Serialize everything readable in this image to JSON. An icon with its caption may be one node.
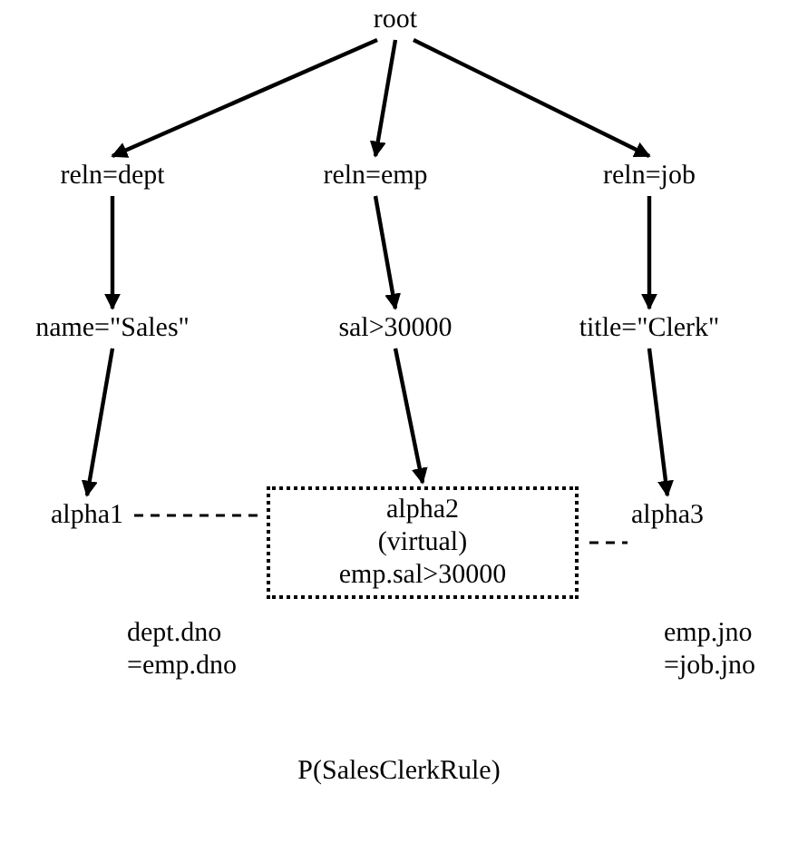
{
  "diagram": {
    "caption": "P(SalesClerkRule)",
    "nodes": [
      {
        "text": [
          "root"
        ]
      },
      {
        "text": [
          "reln=dept"
        ]
      },
      {
        "text": [
          "reln=emp"
        ]
      },
      {
        "text": [
          "reln=job"
        ]
      },
      {
        "text": [
          "name=\"Sales\""
        ]
      },
      {
        "text": [
          "sal>30000"
        ]
      },
      {
        "text": [
          "title=\"Clerk\""
        ]
      },
      {
        "text": [
          "alpha1"
        ]
      },
      {
        "text": [
          "alpha2",
          "(virtual)",
          "emp.sal>30000"
        ]
      },
      {
        "text": [
          "alpha3"
        ]
      }
    ],
    "edges": [
      {
        "from": 0,
        "to": 1,
        "arrow": "to"
      },
      {
        "from": 0,
        "to": 2,
        "arrow": "to"
      },
      {
        "from": 0,
        "to": 3,
        "arrow": "to"
      },
      {
        "from": 1,
        "to": 4,
        "arrow": "to"
      },
      {
        "from": 2,
        "to": 5,
        "arrow": "to"
      },
      {
        "from": 3,
        "to": 6,
        "arrow": "to"
      },
      {
        "from": 4,
        "to": 7,
        "arrow": "to"
      },
      {
        "from": 5,
        "to": 8,
        "arrow": "to"
      },
      {
        "from": 6,
        "to": 9,
        "arrow": "to"
      },
      {
        "from": 7,
        "to": 8,
        "arrow": "none",
        "style": "dashed",
        "label": "dept.dno =emp.dno"
      },
      {
        "from": 8,
        "to": 9,
        "arrow": "none",
        "style": "dashed",
        "label": "emp.jno =job.jno"
      }
    ]
  }
}
